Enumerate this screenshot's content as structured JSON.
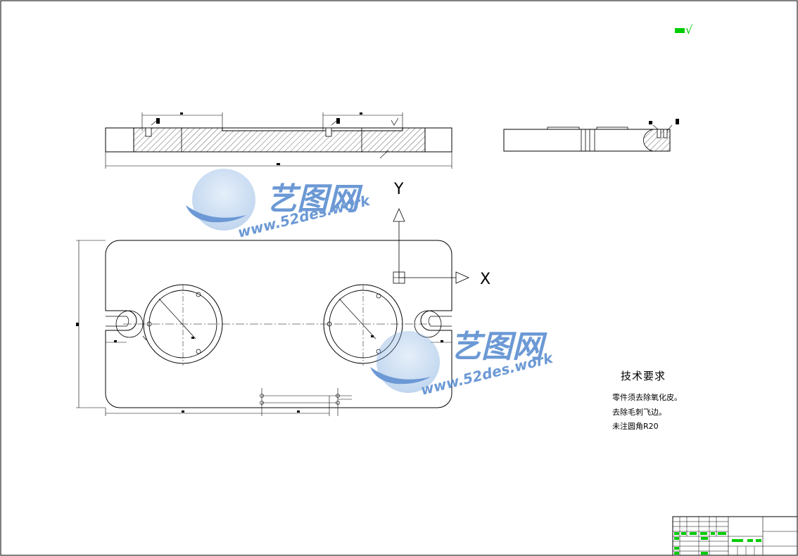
{
  "drawing": {
    "roughness_symbol": "√",
    "axis_x_label": "X",
    "axis_y_label": "Y"
  },
  "tech_requirements": {
    "title": "技术要求",
    "lines": [
      "零件须去除氧化皮。",
      "去除毛刺飞边。",
      "未注圆角R20"
    ]
  },
  "watermark": {
    "brand": "艺图网",
    "url": "www.52des.work",
    "color": "#3b78c8"
  },
  "colors": {
    "line": "#000000",
    "green_mark": "#00cc00"
  }
}
